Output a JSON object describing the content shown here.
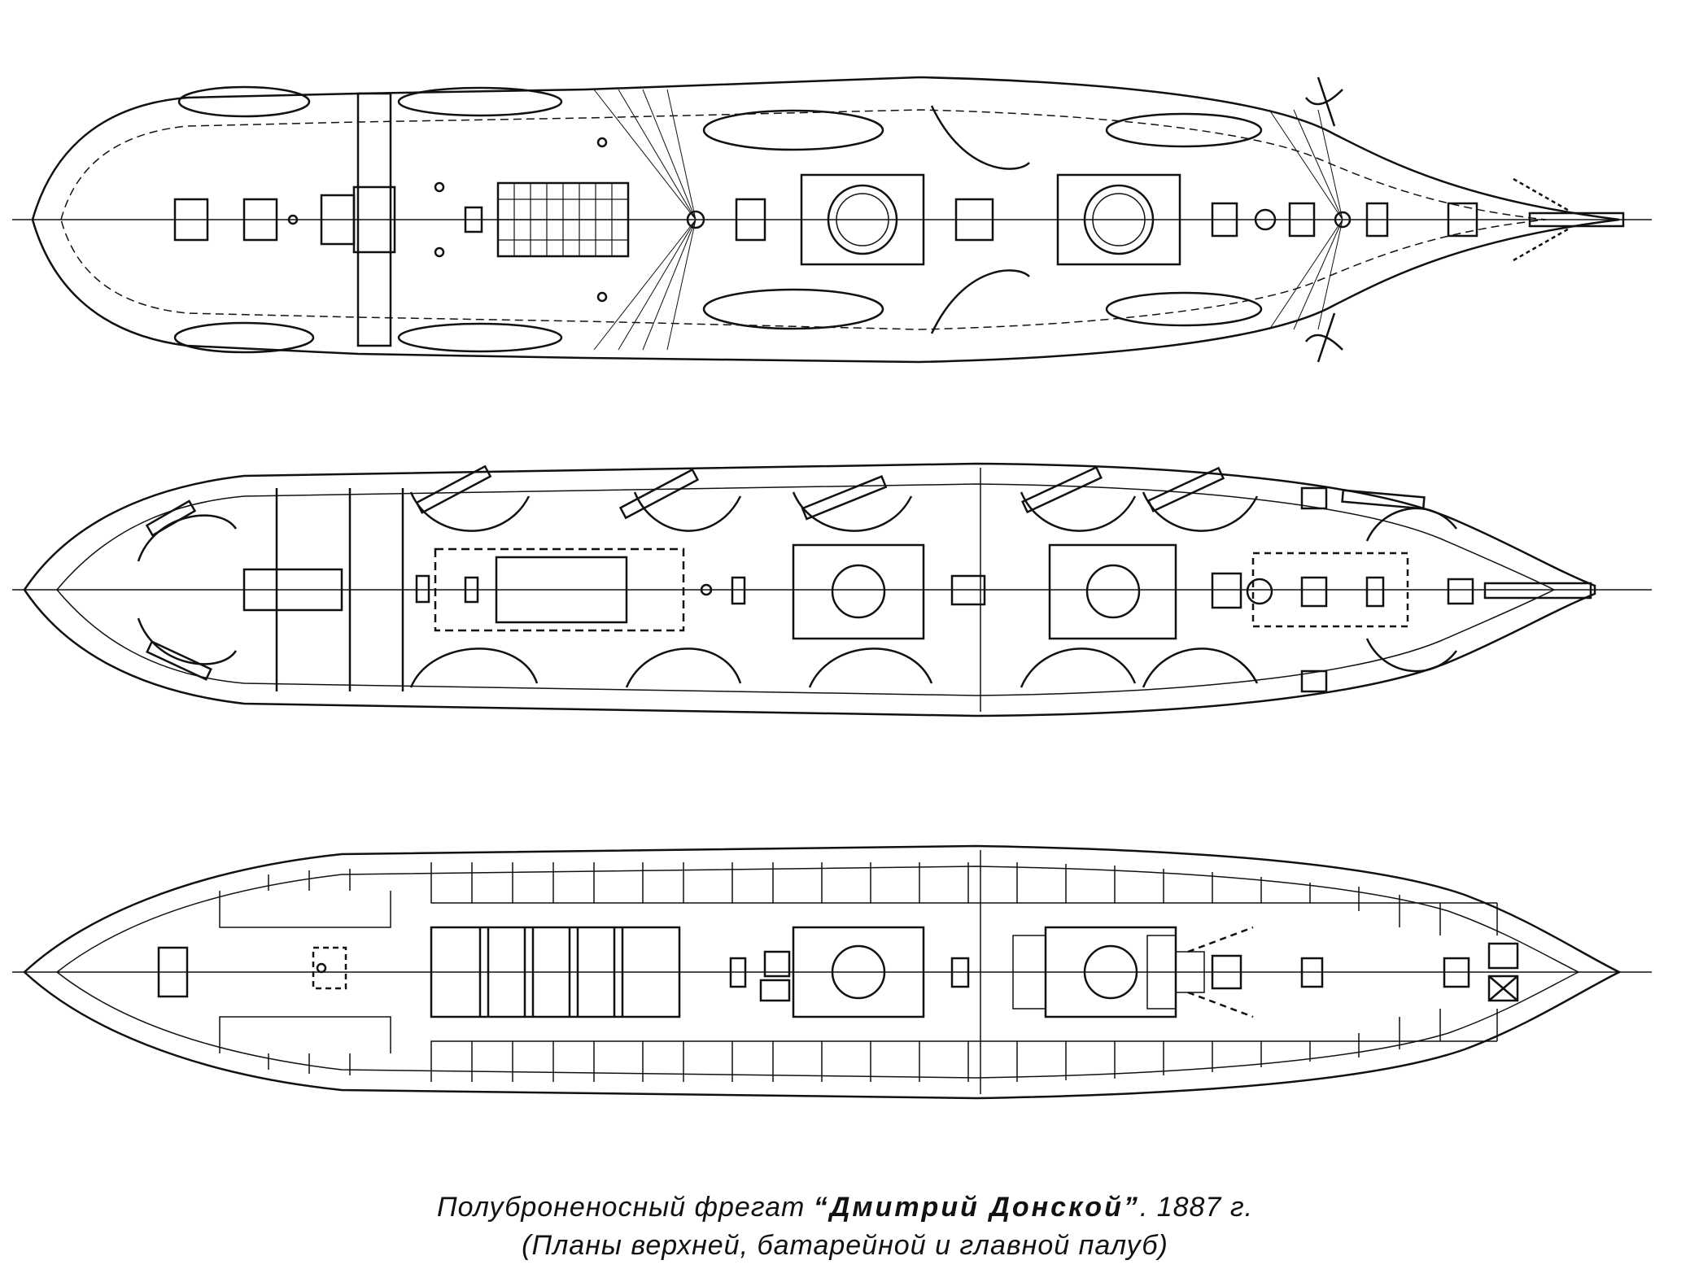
{
  "caption": {
    "prefix": "Полуброненосный фрегат ",
    "ship_name": "“Дмитрий Донской”",
    "year": ". 1887 г.",
    "subtitle": "(Планы верхней, батарейной и главной палуб)"
  },
  "colors": {
    "ink": "#111111",
    "paper": "#ffffff"
  }
}
